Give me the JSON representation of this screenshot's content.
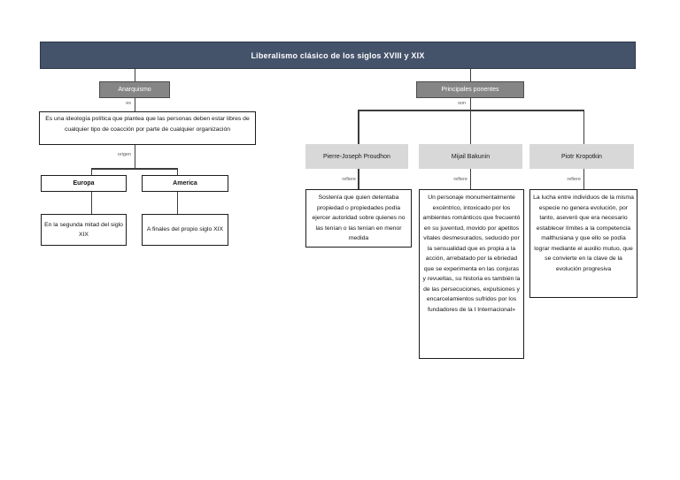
{
  "title": "Liberalismo clásico de los siglos XVIII y XIX",
  "left_branch": {
    "root_label": "Anarquismo",
    "root_connector": "es",
    "definition": "Es una ideología política que plantea que las personas deben estar libres de cualquier tipo de coacción por parte de cualquier organización",
    "origin_connector": "origen",
    "origins": [
      {
        "name": "Europa",
        "detail": "En la segunda mitad del siglo XIX"
      },
      {
        "name": "America",
        "detail": "A finales del propio siglo XIX"
      }
    ]
  },
  "right_branch": {
    "root_label": "Principales ponentes",
    "root_connector": "son",
    "ponentes": [
      {
        "name": "Pierre-Joseph Proudhon",
        "connector": "refiere",
        "description": "Sostenía que quien detentaba propiedad o propiedades podía ejercer autoridad sobre quienes no las tenían o las tenían en menor medida"
      },
      {
        "name": "Mijail Bakunin",
        "connector": "refiere",
        "description": "Un personaje monumentalmente excéntrico, intoxicado por los ambientes románticos que frecuentó en su juventud, movido por apetitos vitales desmesurados, seducido por la sensualidad que es propia a la acción, arrebatado por la ebriedad que se experimenta en las conjuras y revueltas, su historia es también la de las persecuciones, expulsiones y encarcelamientos sufridos por los fundadores de la I Internacional»"
      },
      {
        "name": "Piotr Kropotkin",
        "connector": "refiere",
        "description": "La lucha entre individuos de la misma especie no genera evolución, por tanto, aseveró que era necesario establecer límites a la competencia malthusiana y que ello se podía lograr mediante el auxilio mutuo, que se convierte en la clave de la evolución progresiva"
      }
    ]
  },
  "colors": {
    "header_bg": "#44526a",
    "gray_node_bg": "#858585",
    "light_node_bg": "#d8d8d8",
    "connector_line": "#3c3c3c"
  }
}
